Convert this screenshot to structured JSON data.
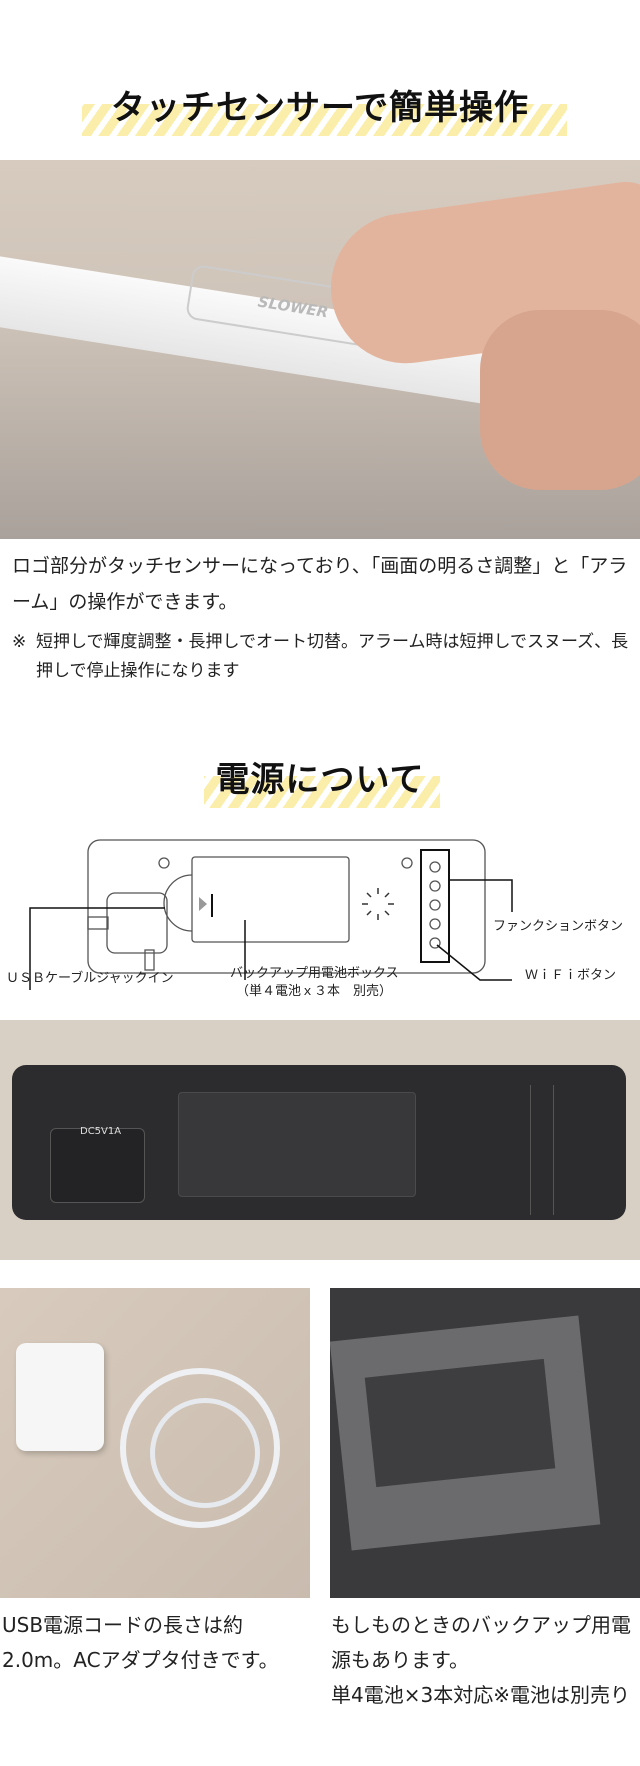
{
  "section1": {
    "title": "タッチセンサーで簡単操作",
    "photo_logo": "SLOWER",
    "description": "ロゴ部分がタッチセンサーになっており、「画面の明るさ調整」と「アラーム」の操作ができます。",
    "note_mark": "※",
    "note": "短押しで輝度調整・長押しでオート切替。アラーム時は短押しでスヌーズ、長押しで停止操作になります"
  },
  "section2": {
    "title": "電源について",
    "diagram": {
      "function_buttons": "ファンクションボタン",
      "wifi_button": "ＷｉＦｉボタン",
      "usb_jack": "ＵＳＢケーブルジャックイン",
      "battery_box": "バックアップ用電池ボックス",
      "battery_note": "（単４電池ｘ３本　別売）"
    },
    "photo_label": "DC5V1A",
    "captions": [
      "USB電源コードの長さは約2.0m。ACアダプタ付きです。",
      "もしものときのバックアップ用電源もあります。",
      "単4電池×3本対応※電池は別売り"
    ]
  },
  "colors": {
    "stripe": "#fbeeaa",
    "device_dark": "#2c2c2e",
    "background_beige": "#d9cfc4"
  }
}
